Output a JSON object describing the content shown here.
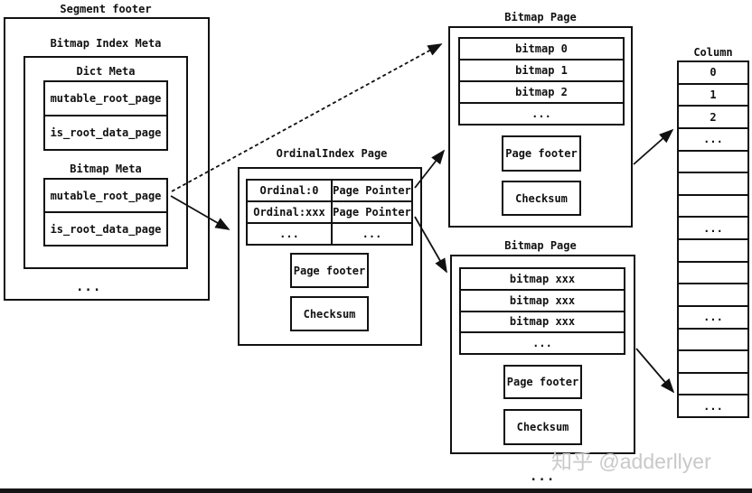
{
  "segment_footer": {
    "title": "Segment footer",
    "ellipsis": "...",
    "bitmap_index_meta": {
      "title": "Bitmap Index Meta",
      "dict_meta": {
        "title": "Dict Meta",
        "fields": [
          "mutable_root_page",
          "is_root_data_page"
        ]
      },
      "bitmap_meta": {
        "title": "Bitmap Meta",
        "fields": [
          "mutable_root_page",
          "is_root_data_page"
        ]
      }
    }
  },
  "ordinal_index_page": {
    "title": "OrdinalIndex Page",
    "rows": [
      {
        "ordinal": "Ordinal:0",
        "pointer": "Page Pointer"
      },
      {
        "ordinal": "Ordinal:xxx",
        "pointer": "Page Pointer"
      },
      {
        "ordinal": "...",
        "pointer": "..."
      }
    ],
    "page_footer": "Page footer",
    "checksum": "Checksum"
  },
  "bitmap_page_top": {
    "title": "Bitmap Page",
    "rows": [
      "bitmap 0",
      "bitmap 1",
      "bitmap 2",
      "..."
    ],
    "page_footer": "Page footer",
    "checksum": "Checksum"
  },
  "bitmap_page_bottom": {
    "title": "Bitmap Page",
    "rows": [
      "bitmap xxx",
      "bitmap xxx",
      "bitmap xxx",
      "..."
    ],
    "page_footer": "Page footer",
    "checksum": "Checksum",
    "ellipsis": "..."
  },
  "column": {
    "title": "Column",
    "rows": [
      "0",
      "1",
      "2",
      "...",
      "",
      "",
      "",
      "...",
      "",
      "",
      "",
      "...",
      "",
      "",
      "",
      "..."
    ]
  },
  "watermark": "知乎 @adderllyer",
  "colors": {
    "line": "#111111",
    "watermark": "#c9c9c9",
    "bottom_bar": "#151515"
  }
}
